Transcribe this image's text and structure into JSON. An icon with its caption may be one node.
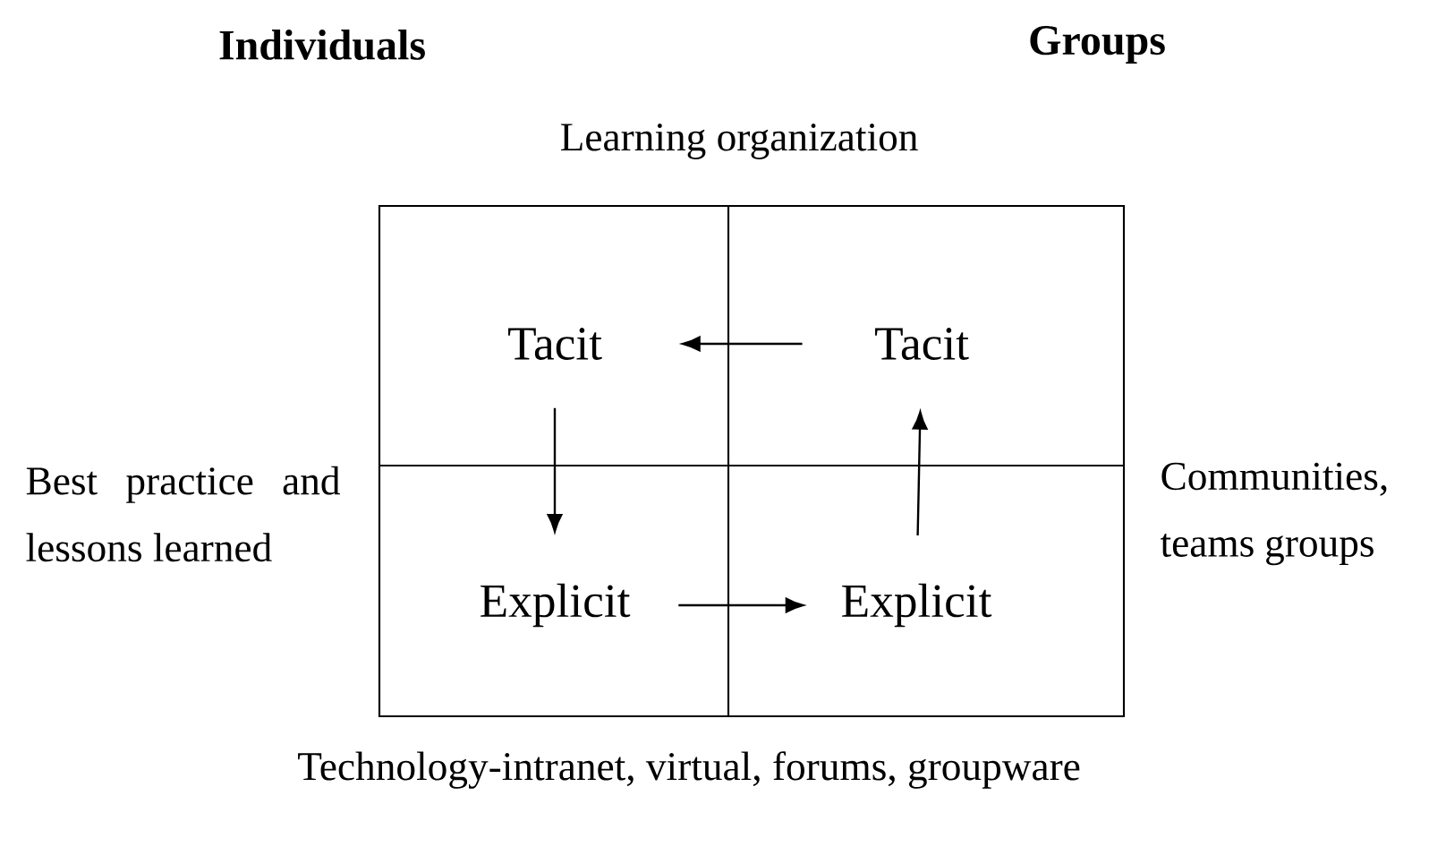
{
  "diagram": {
    "nodes": [
      {
        "text": [
          "Tacit"
        ]
      },
      {
        "text": [
          "Tacit"
        ]
      },
      {
        "text": [
          "Explicit"
        ]
      },
      {
        "text": [
          "Explicit"
        ]
      }
    ],
    "edges": [
      {
        "from": 1,
        "to": 0,
        "arrow": "to"
      },
      {
        "from": 0,
        "to": 2,
        "arrow": "to"
      },
      {
        "from": 2,
        "to": 3,
        "arrow": "to"
      },
      {
        "from": 3,
        "to": 1,
        "arrow": "to"
      }
    ],
    "labels": [
      "Individuals",
      "Groups",
      "Learning organization",
      "Best practice and lessons learned",
      "Communities, teams groups",
      "Technology-intranet, virtual, forums, groupware"
    ]
  }
}
